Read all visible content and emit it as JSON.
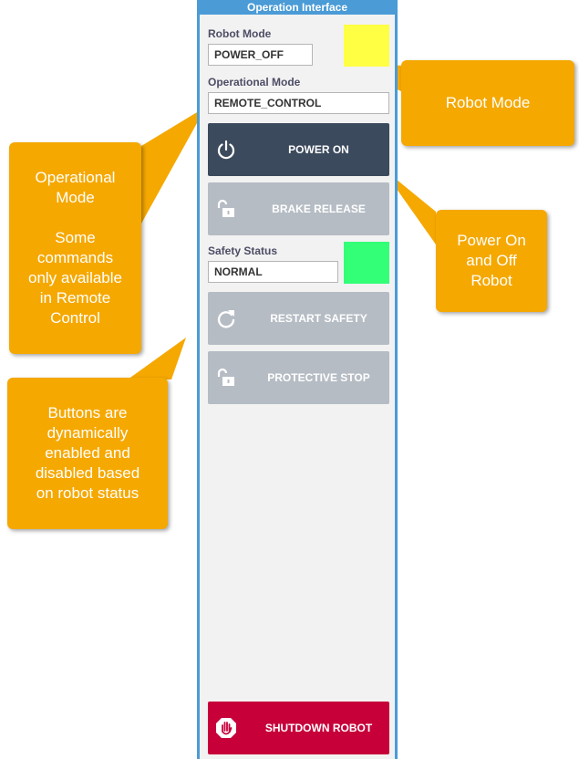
{
  "panel": {
    "title": "Operation Interface",
    "robot_mode": {
      "label": "Robot Mode",
      "value": "POWER_OFF",
      "indicator_color": "#ffff44"
    },
    "operational_mode": {
      "label": "Operational Mode",
      "value": "REMOTE_CONTROL"
    },
    "safety_status": {
      "label": "Safety Status",
      "value": "NORMAL",
      "indicator_color": "#33ff77"
    },
    "buttons": {
      "power": {
        "label": "POWER ON",
        "icon": "power-icon",
        "enabled": true
      },
      "brake_release": {
        "label": "BRAKE RELEASE",
        "icon": "unlock-icon",
        "enabled": false
      },
      "restart_safety": {
        "label": "RESTART SAFETY",
        "icon": "restart-icon",
        "enabled": false
      },
      "protective_stop": {
        "label": "PROTECTIVE STOP",
        "icon": "unlock-icon",
        "enabled": false
      },
      "shutdown": {
        "label": "SHUTDOWN ROBOT",
        "icon": "stop-hand-icon",
        "enabled": true
      }
    }
  },
  "callouts": {
    "robot_mode": "Robot Mode",
    "operational_mode": "Operational\nMode\n\nSome\ncommands\nonly available\nin Remote\nControl",
    "power": "Power On\nand Off\nRobot",
    "buttons": "Buttons are\ndynamically\nenabled and\ndisabled based\non robot status"
  },
  "colors": {
    "panel_border": "#4a9bd6",
    "callout": "#f5a800",
    "button_enabled": "#3c4a5d",
    "button_disabled": "#b5bcc4",
    "button_danger": "#c7003a"
  }
}
